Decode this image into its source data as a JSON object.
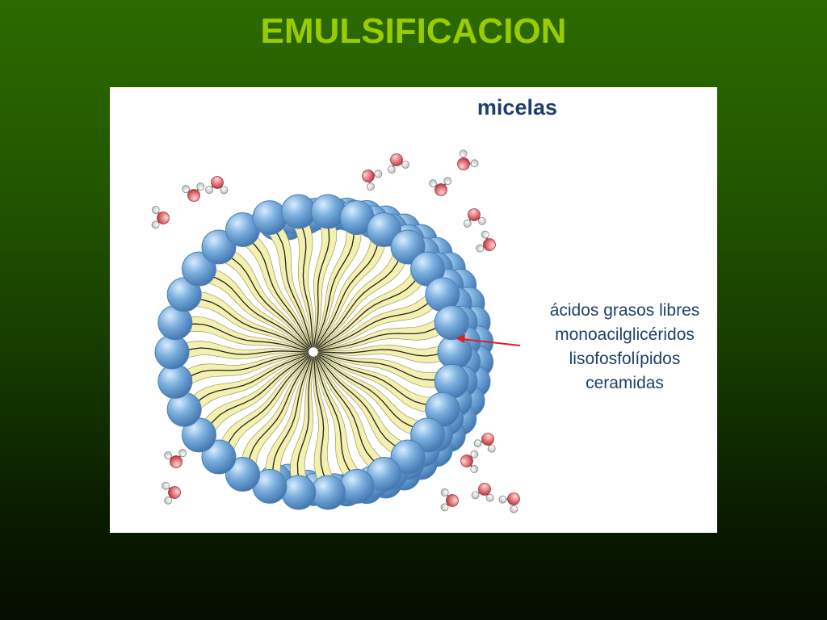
{
  "slide": {
    "title": "EMULSIFICACION",
    "title_color": "#99cc00"
  },
  "figure": {
    "heading": "micelas",
    "heading_color": "#1f3f6b",
    "legend_lines": [
      "ácidos grasos libres",
      "monoacilglicéridos",
      "lisofosfolípidos",
      "ceramidas"
    ],
    "legend_color": "#1f3f6b",
    "colors": {
      "head": "#7aaedd",
      "head_dark": "#4a7fb8",
      "tail": "#f4f0b0",
      "tail_stroke": "#222222",
      "arrow": "#e02020",
      "oxygen": "#e26f74",
      "hydrogen": "#f4f4f4"
    },
    "icons": [
      "micelle-diagram",
      "water-molecule-icon",
      "pointer-arrow"
    ]
  }
}
